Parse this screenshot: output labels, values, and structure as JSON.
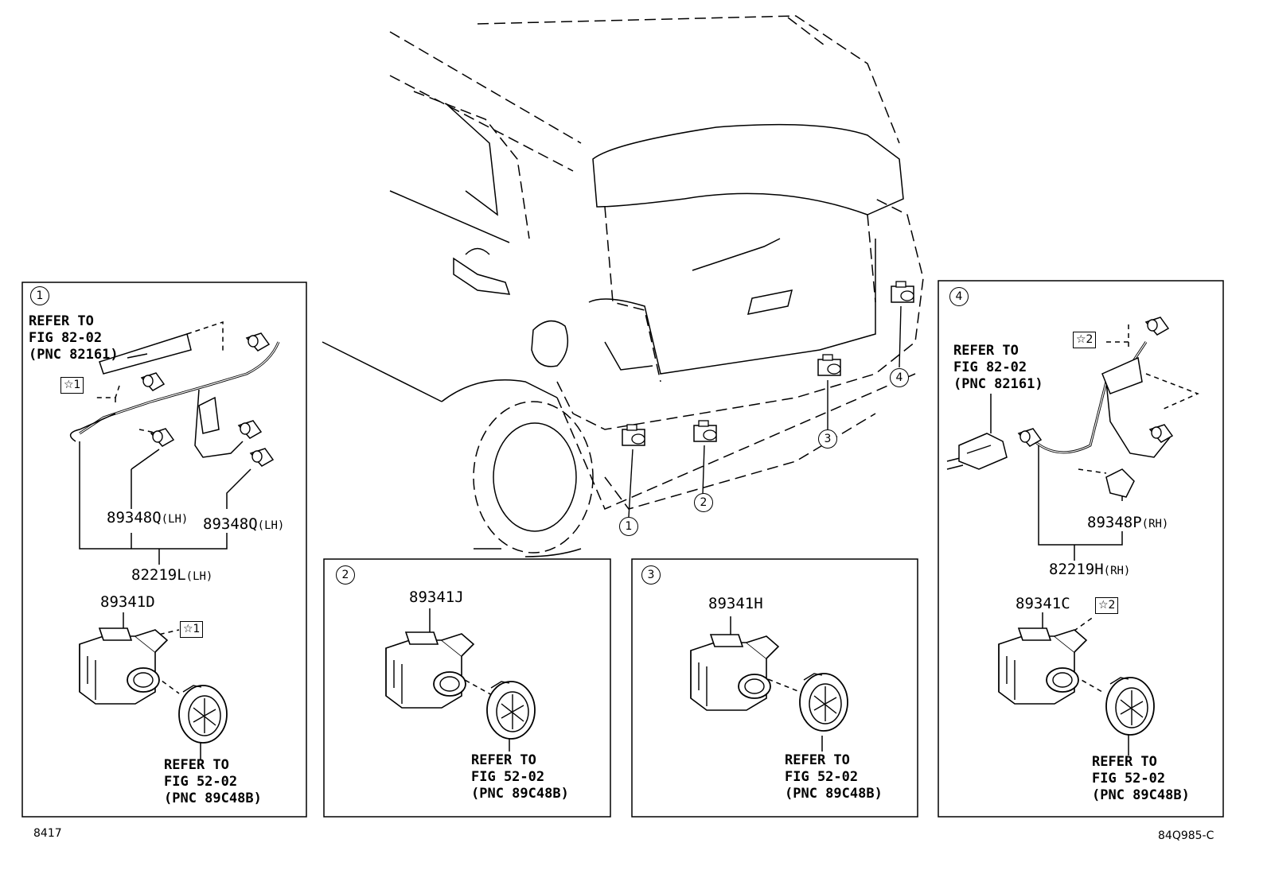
{
  "callouts": {
    "c1": "1",
    "c2": "2",
    "c3": "3",
    "c4": "4"
  },
  "refer_wiring": [
    "REFER TO",
    "FIG 82-02",
    "(PNC 82161)"
  ],
  "refer_bumper": [
    "REFER TO",
    "FIG 52-02",
    "(PNC 89C48B)"
  ],
  "markers": {
    "star1": "☆1",
    "star2": "☆2"
  },
  "panel1": {
    "retainer_a": "89348Q",
    "retainer_a_side": "(LH)",
    "retainer_b": "89348Q",
    "retainer_b_side": "(LH)",
    "wire": "82219L",
    "wire_side": "(LH)",
    "sensor": "89341D"
  },
  "panel2": {
    "sensor": "89341J"
  },
  "panel3": {
    "sensor": "89341H"
  },
  "panel4": {
    "retainer": "89348P",
    "retainer_side": "(RH)",
    "wire": "82219H",
    "wire_side": "(RH)",
    "sensor": "89341C"
  },
  "footer": {
    "left_code": "8417",
    "right_code": "84Q985-C"
  }
}
